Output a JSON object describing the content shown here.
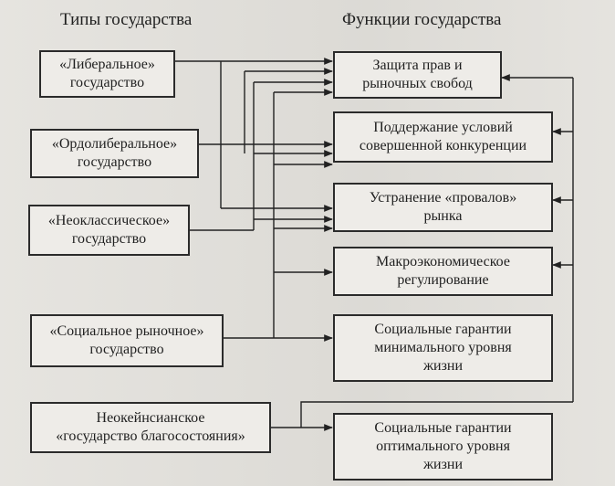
{
  "titles": {
    "types": "Типы государства",
    "functions": "Функции государства"
  },
  "state_types": [
    {
      "lines": [
        "«Либеральное»",
        "государство"
      ]
    },
    {
      "lines": [
        "«Ордолиберальное»",
        "государство"
      ]
    },
    {
      "lines": [
        "«Неоклассическое»",
        "государство"
      ]
    },
    {
      "lines": [
        "«Социальное рыночное»",
        "государство"
      ]
    },
    {
      "lines": [
        "Неокейнсианское",
        "«государство благосостояния»"
      ]
    }
  ],
  "functions": [
    {
      "lines": [
        "Защита прав и",
        "рыночных свобод"
      ]
    },
    {
      "lines": [
        "Поддержание условий",
        "совершенной конкуренции"
      ]
    },
    {
      "lines": [
        "Устранение «провалов»",
        "рынка"
      ]
    },
    {
      "lines": [
        "Макроэкономическое",
        "регулирование"
      ]
    },
    {
      "lines": [
        "Социальные гарантии",
        "минимального уровня",
        "жизни"
      ]
    },
    {
      "lines": [
        "Социальные гарантии",
        "оптимального уровня",
        "жизни"
      ]
    }
  ]
}
